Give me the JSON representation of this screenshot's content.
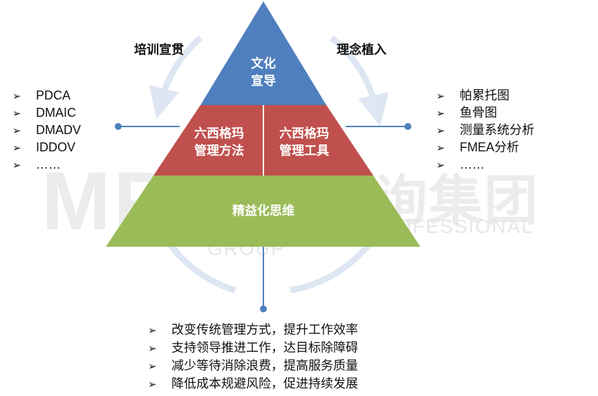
{
  "watermark": {
    "logo_letters": "MP",
    "company_cn": "中大咨询集团",
    "company_en": "MANAGEMENT PROFESSIONAL GROUP"
  },
  "labels": {
    "training": "培训宣贯",
    "concept": "理念植入"
  },
  "pyramid": {
    "top": {
      "line1": "文化",
      "line2": "宣导",
      "color": "#4f7fbe"
    },
    "mid_left": {
      "line1": "六西格玛",
      "line2": "管理方法",
      "color": "#c0504d"
    },
    "mid_right": {
      "line1": "六西格玛",
      "line2": "管理工具",
      "color": "#c0504d"
    },
    "base": {
      "label": "精益化思维",
      "color": "#9bbb59"
    }
  },
  "left_list": [
    "PDCA",
    "DMAIC",
    "DMADV",
    "IDDOV",
    "……"
  ],
  "right_list": [
    "帕累托图",
    "鱼骨图",
    "测量系统分析",
    "FMEA分析",
    "……"
  ],
  "bottom_list": [
    "改变传统管理方式，提升工作效率",
    "支持领导推进工作，达目标除障碍",
    "减少等待消除浪费，提高服务质量",
    "降低成本规避风险，促进持续发展"
  ],
  "connector_color": "#4f7fbe",
  "cycle_color": "#dde6f2"
}
